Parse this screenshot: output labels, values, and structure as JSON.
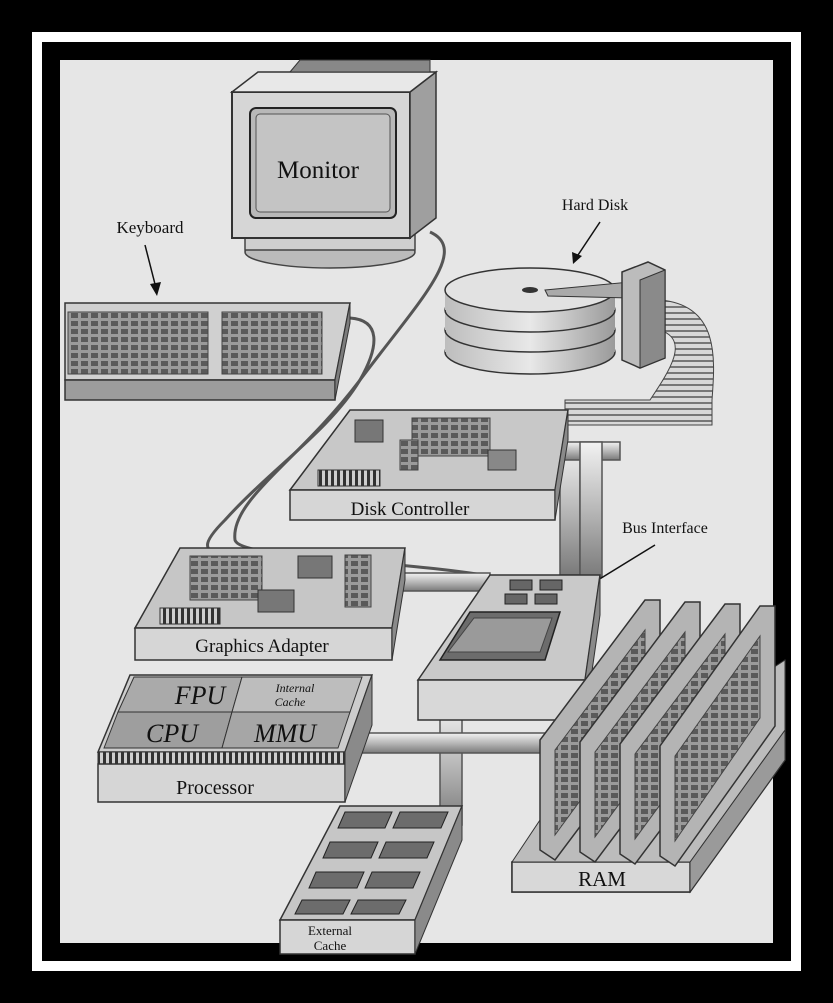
{
  "labels": {
    "monitor": "Monitor",
    "keyboard": "Keyboard",
    "hard_disk": "Hard Disk",
    "disk_controller": "Disk Controller",
    "bus_interface": "Bus Interface",
    "graphics_adapter": "Graphics Adapter",
    "fpu": "FPU",
    "internal_cache_line1": "Internal",
    "internal_cache_line2": "Cache",
    "cpu": "CPU",
    "mmu": "MMU",
    "processor": "Processor",
    "ram": "RAM",
    "external_cache_line1": "External",
    "external_cache_line2": "Cache"
  },
  "colors": {
    "background": "#e6e6e6",
    "frame": "#000000",
    "frame_border": "#ffffff",
    "component_light": "#d2d2d2",
    "component_mid": "#a8a8a8",
    "component_dark": "#6e6e6e"
  }
}
